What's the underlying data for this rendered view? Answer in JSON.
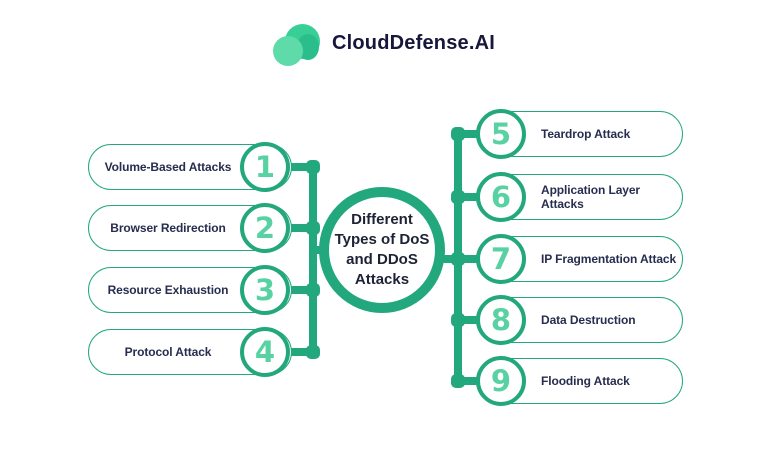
{
  "logo": {
    "text": "CloudDefense.AI",
    "icon": "cloud-icon"
  },
  "colors": {
    "primary_green": "#23A87E",
    "mint_number": "#58D1A3",
    "cloud_back": "#38CF97",
    "cloud_front": "#5FDBA9",
    "navy_text": "#1E2235",
    "logo_navy": "#17173A",
    "background": "#FFFFFF"
  },
  "center": {
    "title": "Different Types of DoS and DDoS Attacks"
  },
  "left_items": [
    {
      "number": "1",
      "label": "Volume-Based Attacks"
    },
    {
      "number": "2",
      "label": "Browser Redirection"
    },
    {
      "number": "3",
      "label": "Resource Exhaustion"
    },
    {
      "number": "4",
      "label": "Protocol Attack"
    }
  ],
  "right_items": [
    {
      "number": "5",
      "label": "Teardrop Attack"
    },
    {
      "number": "6",
      "label": "Application Layer Attacks"
    },
    {
      "number": "7",
      "label": "IP Fragmentation Attack"
    },
    {
      "number": "8",
      "label": "Data Destruction"
    },
    {
      "number": "9",
      "label": "Flooding Attack"
    }
  ]
}
